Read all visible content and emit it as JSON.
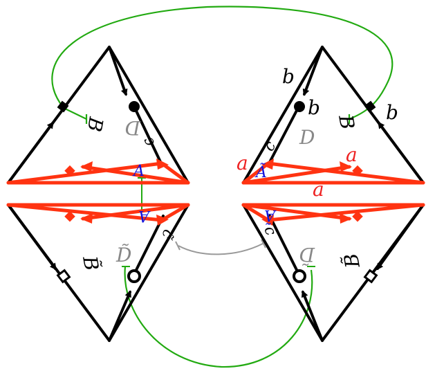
{
  "colors": {
    "black": "#000000",
    "red": "#ff3311",
    "green": "#22aa11",
    "gray": "#999999",
    "blue": "#1111dd",
    "label_red": "#ee2222",
    "label_gray": "#888888"
  },
  "labels": {
    "b_top": "b",
    "b_mid": "b",
    "b_right": "b",
    "a_left": "a",
    "a_right": "a",
    "a_center": "a",
    "D_top_right": "D",
    "D_top_left": "D",
    "B_top_left": "B",
    "B_top_right": "B",
    "A_top_left": "A",
    "A_top_right": "Ã",
    "A_bottom_left": "A",
    "A_bottom_right": "Ã",
    "c_top_left": "c",
    "c_top_right": "c",
    "c_bottom_left": "c̃",
    "c_bottom_right": "c",
    "D_bottom_left": "D̃",
    "D_bottom_right": "D̃",
    "B_bottom_left": "B̃",
    "B_bottom_right": "B̃"
  }
}
